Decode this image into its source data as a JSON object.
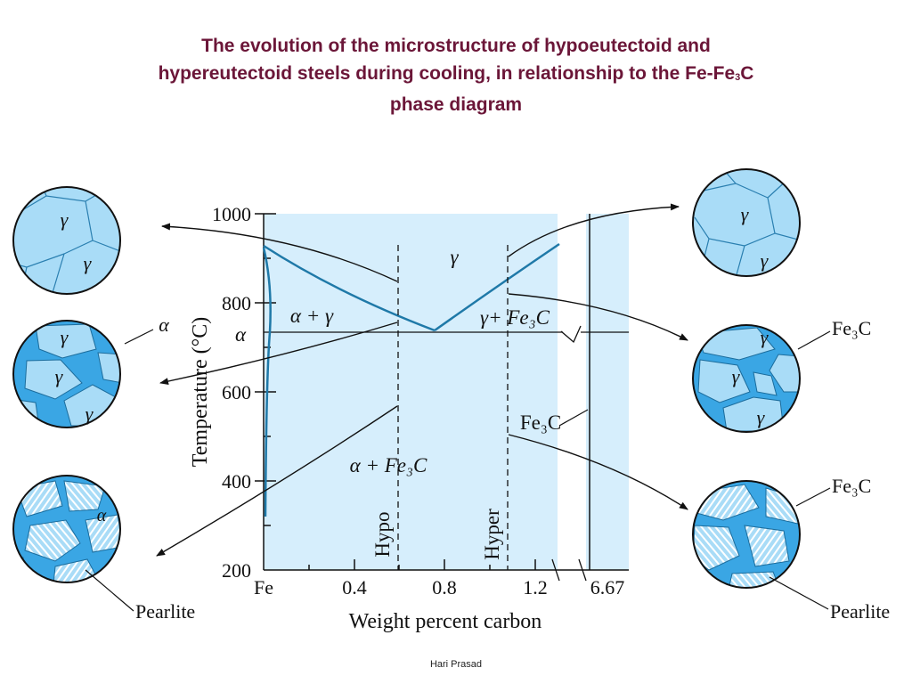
{
  "title": {
    "line1": "The evolution of the microstructure of hypoeutectoid and",
    "line2a": "hypereutectoid steels during cooling, in relationship to the Fe-Fe",
    "line2sub": "3",
    "line2b": "C",
    "line3": "phase diagram"
  },
  "axes": {
    "y_label": "Temperature (°C)",
    "x_label": "Weight percent carbon",
    "y_ticks": [
      "1000",
      "800",
      "600",
      "400",
      "200"
    ],
    "x_ticks": [
      "Fe",
      "0.4",
      "0.8",
      "1.2",
      "6.67"
    ]
  },
  "phase_labels": {
    "gamma": "γ",
    "alpha_gamma": "α + γ",
    "gamma_fe3c": "γ+ Fe₃C",
    "alpha": "α",
    "fe3c": "Fe₃C",
    "alpha_fe3c": "α + Fe₃C",
    "hypo": "Hypo",
    "hyper": "Hyper"
  },
  "micro_labels": {
    "gamma": "γ",
    "alpha": "α",
    "fe3c": "Fe₃C",
    "pearlite": "Pearlite"
  },
  "colors": {
    "title": "#6b1638",
    "field": "#d6eefc",
    "grain_light": "#a9dcf7",
    "grain_dark": "#3aa6e4",
    "curve": "#1f79a8"
  },
  "footer": "Hari Prasad"
}
